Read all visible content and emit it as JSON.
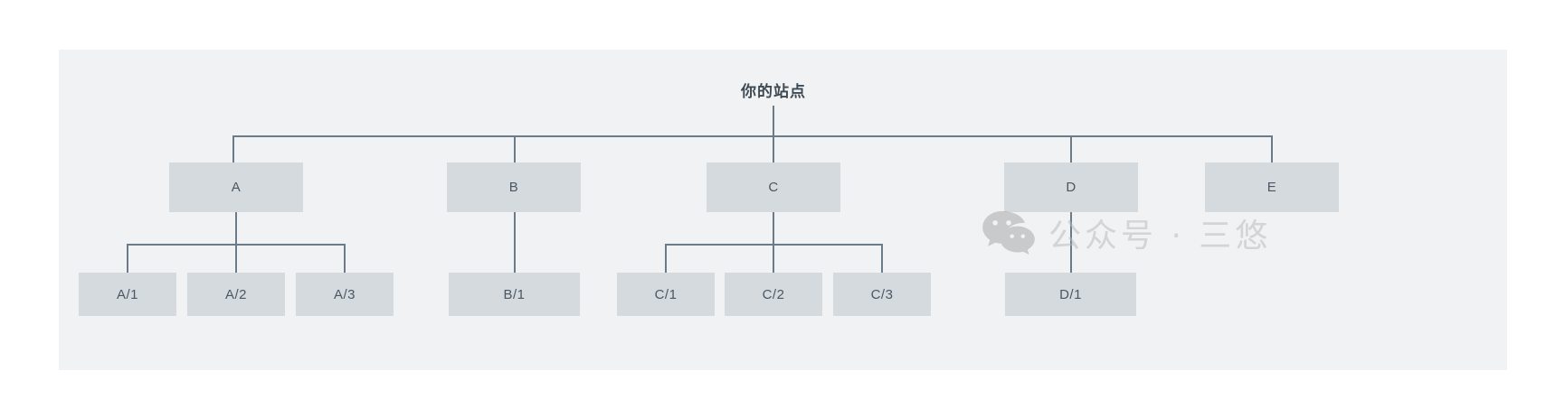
{
  "canvas": {
    "background_color": "#f1f2f4",
    "node_color": "#d5dadf",
    "node_text_color": "#4a5863",
    "connector_color": "#6b7b8a"
  },
  "tree": {
    "root": {
      "label": "你的站点",
      "level": 0
    },
    "level1": [
      {
        "label": "A"
      },
      {
        "label": "B"
      },
      {
        "label": "C"
      },
      {
        "label": "D"
      },
      {
        "label": "E"
      }
    ],
    "level2": [
      {
        "label": "A/1",
        "parent": "A",
        "stacked": false
      },
      {
        "label": "A/2",
        "parent": "A",
        "stacked": false
      },
      {
        "label": "A/3",
        "parent": "A",
        "stacked": false
      },
      {
        "label": "B/1",
        "parent": "B",
        "stacked": true
      },
      {
        "label": "C/1",
        "parent": "C",
        "stacked": false
      },
      {
        "label": "C/2",
        "parent": "C",
        "stacked": false
      },
      {
        "label": "C/3",
        "parent": "C",
        "stacked": false
      },
      {
        "label": "D/1",
        "parent": "D",
        "stacked": true
      }
    ]
  },
  "watermark": {
    "text": "公众号 · 三悠",
    "logo": "wechat-logo-icon",
    "color": "#b9bcbe"
  }
}
